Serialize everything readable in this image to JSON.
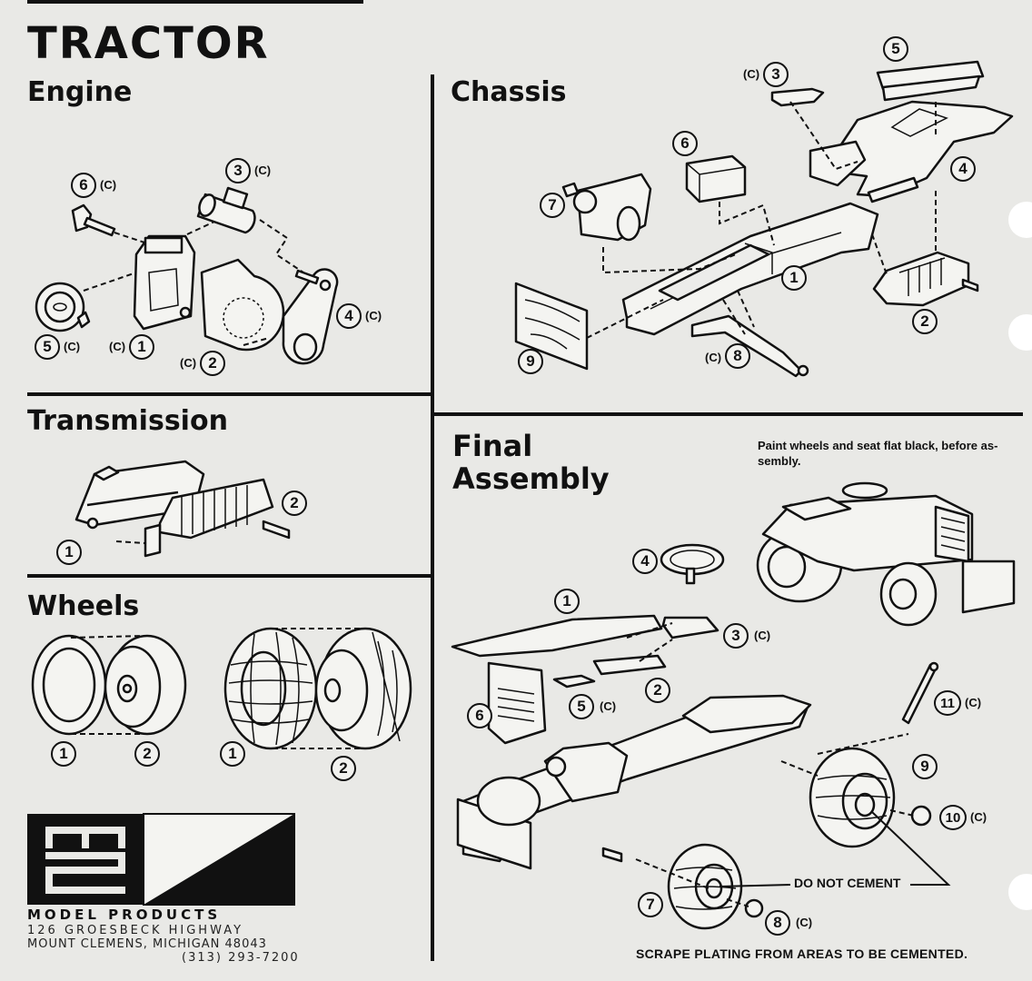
{
  "title": "TRACTOR",
  "sections": {
    "engine": {
      "title": "Engine"
    },
    "chassis": {
      "title": "Chassis"
    },
    "transmission": {
      "title": "Transmission"
    },
    "wheels": {
      "title": "Wheels"
    },
    "final": {
      "title_line1": "Final",
      "title_line2": "Assembly"
    }
  },
  "cement_mark": "(C)",
  "callouts": {
    "engine": [
      "6",
      "3",
      "5",
      "1",
      "2",
      "4"
    ],
    "chassis": [
      "3",
      "5",
      "6",
      "7",
      "4",
      "1",
      "2",
      "9",
      "8"
    ],
    "transmission": [
      "2",
      "1"
    ],
    "wheels": [
      "1",
      "2",
      "1",
      "2"
    ],
    "final": [
      "4",
      "1",
      "3",
      "2",
      "6",
      "5",
      "11",
      "9",
      "10",
      "7",
      "8"
    ]
  },
  "notes": {
    "paint": "Paint wheels and seat flat black, before as-sembly.",
    "do_not_cement": "DO NOT CEMENT",
    "scrape": "SCRAPE PLATING FROM AREAS TO BE CEMENTED."
  },
  "company": {
    "name": "MODEL PRODUCTS",
    "address1": "126 GROESBECK HIGHWAY",
    "address2": "MOUNT CLEMENS, MICHIGAN 48043",
    "phone": "(313) 293-7200"
  },
  "colors": {
    "ink": "#111111",
    "paper": "#e9e9e6"
  }
}
